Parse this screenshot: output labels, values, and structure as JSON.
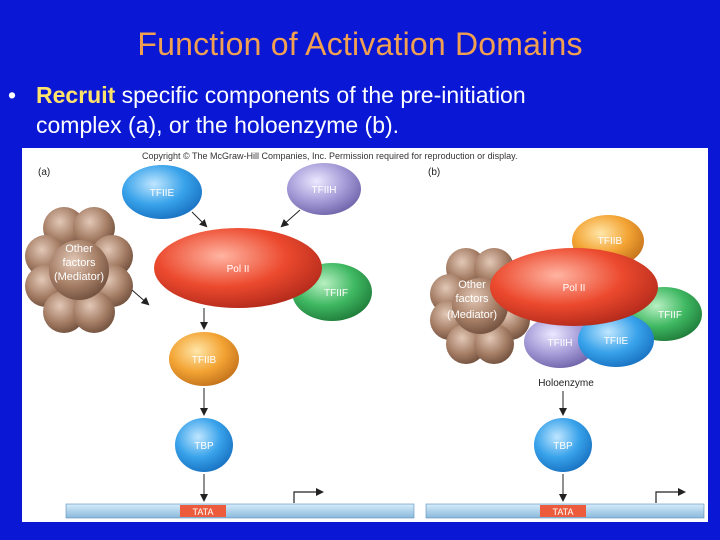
{
  "slide": {
    "title": "Function of Activation Domains",
    "bullet_marker": "•",
    "bullet_bold": "Recruit",
    "bullet_line1_rest": " specific components of the pre-initiation",
    "bullet_line2": "complex (a), or the holoenzyme (b)."
  },
  "figure": {
    "copyright": "Copyright © The McGraw-Hill Companies, Inc. Permission required for reproduction or display.",
    "panel_a": {
      "label": "(a)",
      "tfiie": "TFIIE",
      "tfiih": "TFIIH",
      "mediator": [
        "Other",
        "factors",
        "(Mediator)"
      ],
      "pol2": "Pol II",
      "tfiif": "TFIIF",
      "tfiib": "TFIIB",
      "tbp": "TBP",
      "tata": "TATA"
    },
    "panel_b": {
      "label": "(b)",
      "tfiib": "TFIIB",
      "mediator": [
        "Other",
        "factors",
        "(Mediator)"
      ],
      "pol2": "Pol II",
      "tfiif": "TFIIF",
      "tfiih": "TFIIH",
      "tfiie": "TFIIE",
      "holoenzyme": "Holoenzyme",
      "tbp": "TBP",
      "tata": "TATA"
    }
  },
  "colors": {
    "background": "#0a18d6",
    "title": "#f0a050",
    "highlight": "#ffe36a",
    "tfiie": "#4aa8e8",
    "tfiih": "#9f96d0",
    "pol2": "#e84a30",
    "tfiif": "#3fb060",
    "tfiib": "#f0a030",
    "tbp": "#2fa0e0",
    "mediator": "#a07862",
    "dna": "#a8cce8",
    "tata": "#e8583a"
  }
}
